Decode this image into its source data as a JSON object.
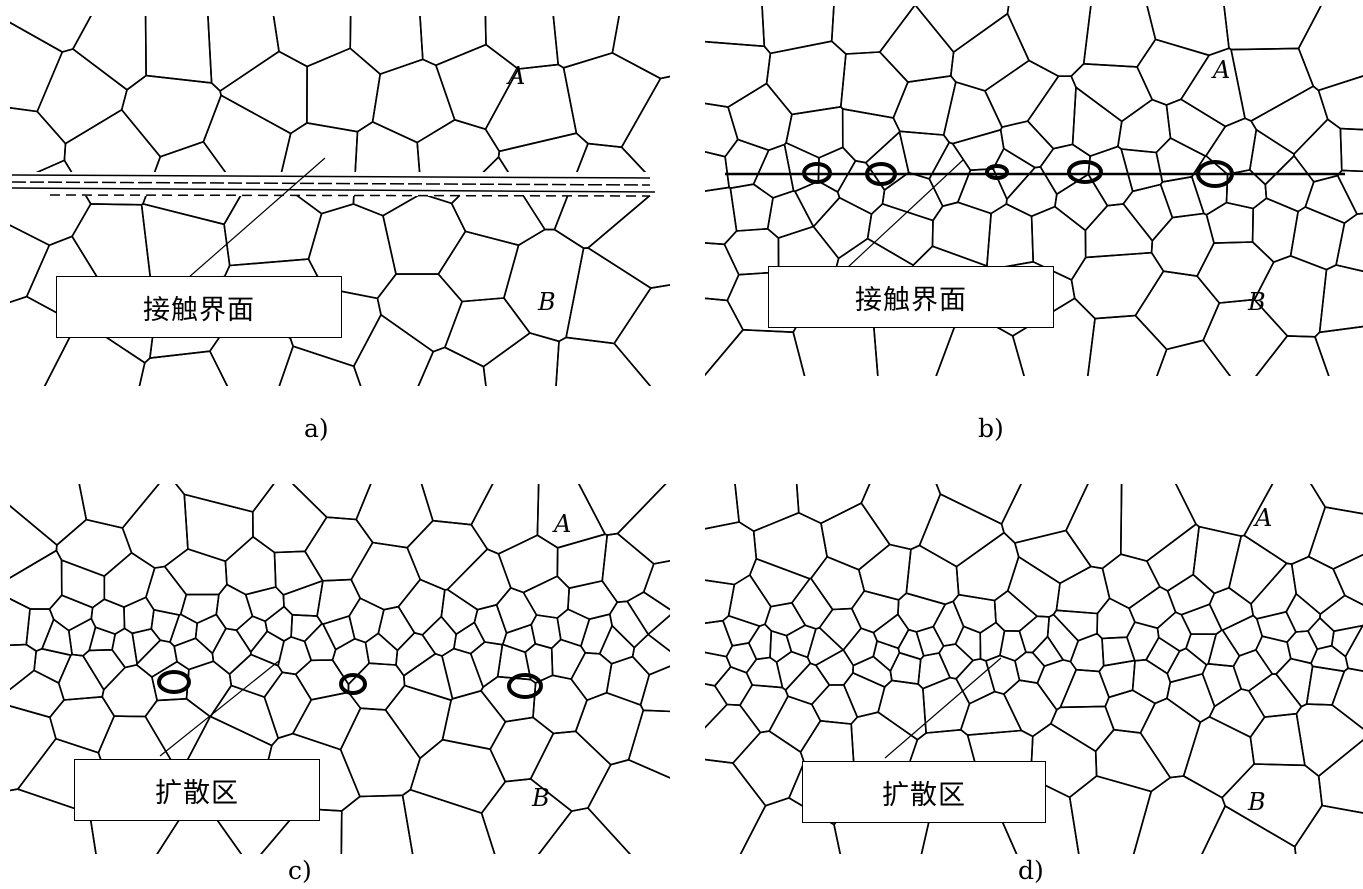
{
  "panels": [
    {
      "id": "a",
      "caption": "a)",
      "material_top": "A",
      "material_bottom": "B",
      "label": "接触界面"
    },
    {
      "id": "b",
      "caption": "b)",
      "material_top": "A",
      "material_bottom": "B",
      "label": "接触界面"
    },
    {
      "id": "c",
      "caption": "c)",
      "material_top": "A",
      "material_bottom": "B",
      "label": "扩散区"
    },
    {
      "id": "d",
      "caption": "d)",
      "material_top": "A",
      "material_bottom": "B",
      "label": "扩散区"
    }
  ]
}
